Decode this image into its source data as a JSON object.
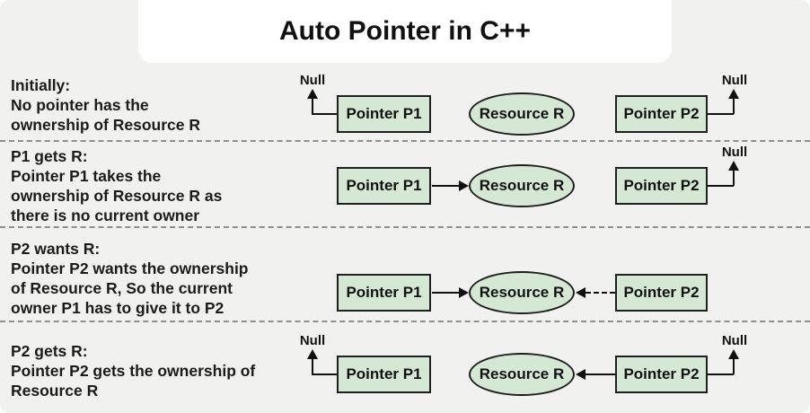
{
  "page": {
    "title": "Auto Pointer in C++",
    "colors": {
      "background": "#f1f1ef",
      "card": "#ffffff",
      "node_fill": "#d5e8d4",
      "node_border": "#1f1f1f",
      "connector": "#111111",
      "separator": "#8f8f8f"
    }
  },
  "rows": [
    {
      "caption": [
        "Initially:",
        "No pointer has the",
        "ownership of Resource R"
      ],
      "p1": "Pointer P1",
      "resource": "Resource R",
      "p2": "Pointer P2",
      "null_left": "Null",
      "null_right": "Null"
    },
    {
      "caption": [
        "P1 gets R:",
        "Pointer P1 takes the",
        "ownership of Resource R as",
        "there is no current owner"
      ],
      "p1": "Pointer P1",
      "resource": "Resource R",
      "p2": "Pointer P2",
      "null_right": "Null"
    },
    {
      "caption": [
        "P2 wants R:",
        "Pointer P2 wants the ownership",
        "of Resource R, So the current",
        "owner P1 has to give it to P2"
      ],
      "p1": "Pointer P1",
      "resource": "Resource R",
      "p2": "Pointer P2"
    },
    {
      "caption": [
        "P2 gets R:",
        "Pointer P2 gets the ownership of",
        "Resource R"
      ],
      "p1": "Pointer P1",
      "resource": "Resource R",
      "p2": "Pointer P2",
      "null_left": "Null",
      "null_right": "Null"
    }
  ]
}
